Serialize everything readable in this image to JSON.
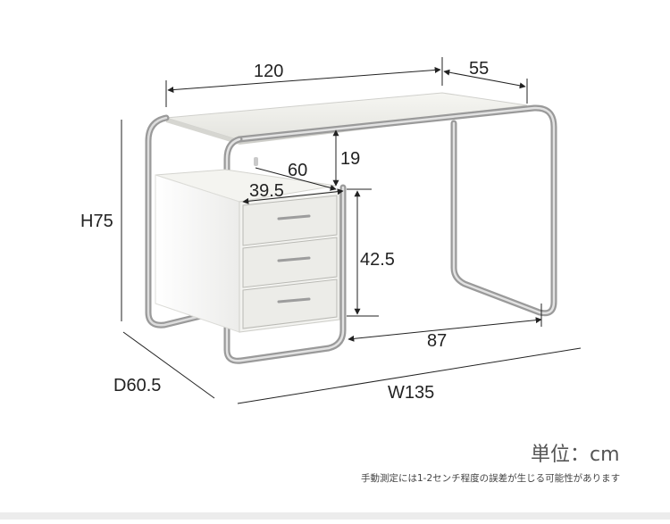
{
  "dimensions": {
    "top_width": "120",
    "top_depth": "55",
    "under_gap": "19",
    "drawer_diagonal": "60",
    "drawer_width": "39.5",
    "drawer_height": "42.5",
    "leg_span": "87",
    "height": "H75",
    "depth": "D60.5",
    "width": "W135"
  },
  "unit_label": "単位：cm",
  "disclaimer": "手動測定には1-2センチ程度の誤差が生じる可能性があります",
  "colors": {
    "chrome": "#b9b9b9",
    "chrome_dark": "#8d8d8d",
    "desk_white": "#f2f2ee",
    "desk_shadow": "#d9d9d4",
    "dimension_line": "#222222"
  }
}
